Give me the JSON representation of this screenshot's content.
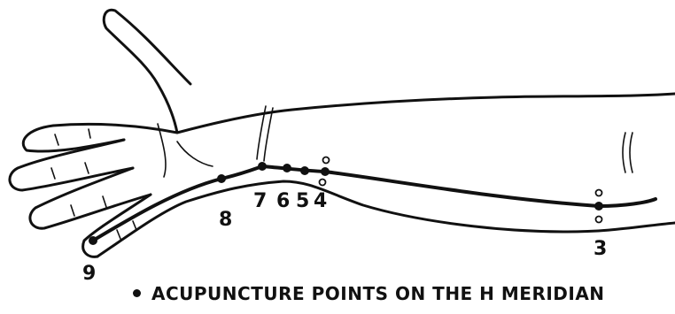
{
  "caption": "ACUPUNCTURE POINTS ON THE H MERIDIAN",
  "points": [
    {
      "label": "9"
    },
    {
      "label": "8"
    },
    {
      "label": "7"
    },
    {
      "label": "6"
    },
    {
      "label": "5"
    },
    {
      "label": "4"
    },
    {
      "label": "3"
    }
  ],
  "legend_marker": "filled-dot"
}
